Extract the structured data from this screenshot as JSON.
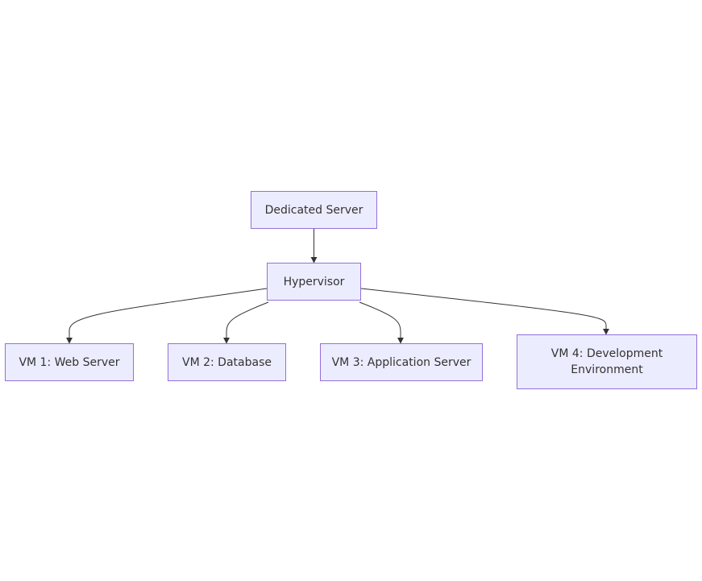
{
  "nodes": {
    "dedicated_server": "Dedicated Server",
    "hypervisor": "Hypervisor",
    "vm1": "VM 1: Web Server",
    "vm2": "VM 2: Database",
    "vm3": "VM 3: Application Server",
    "vm4": "VM 4: Development Environment"
  },
  "colors": {
    "node_fill": "#ececff",
    "node_border": "#9370db",
    "text": "#333333",
    "edge": "#333333"
  }
}
